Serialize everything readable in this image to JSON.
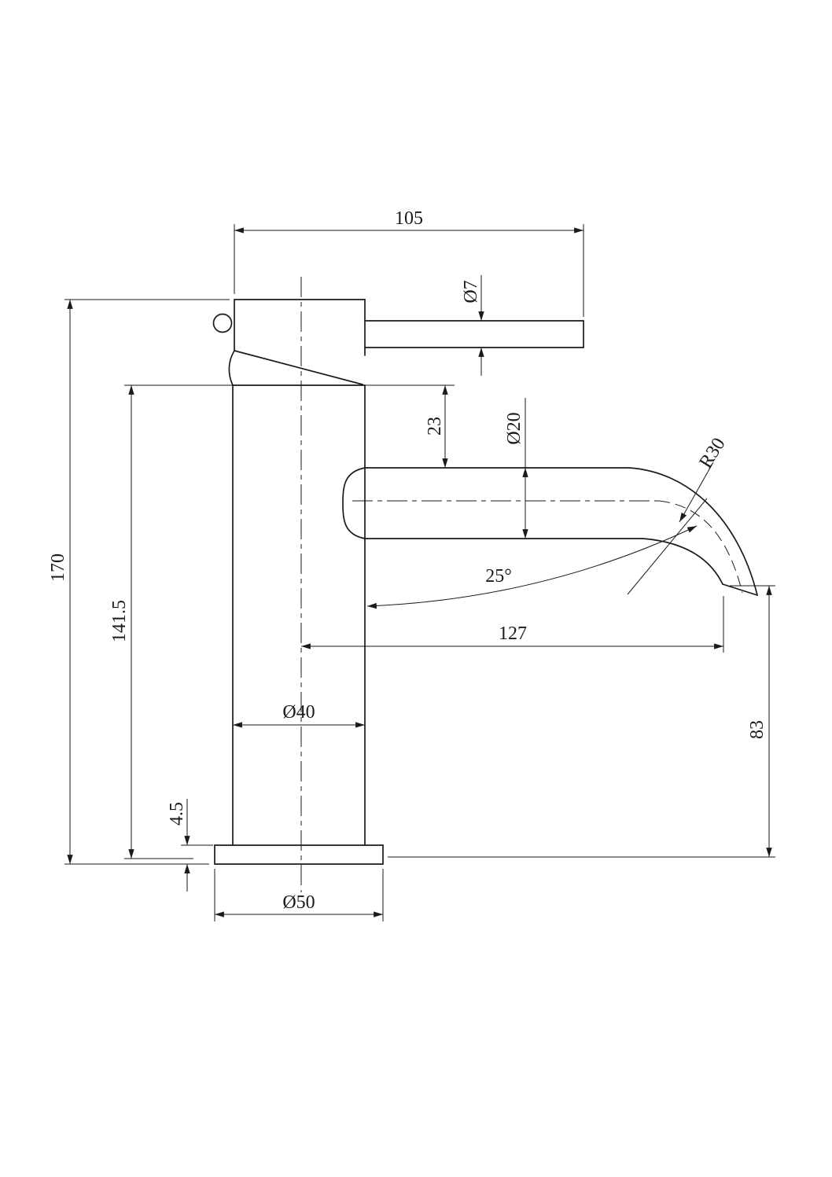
{
  "drawing": {
    "type": "technical-dimension-drawing",
    "subject": "basin-mixer-tap-side-view",
    "ink_color": "#1a1a1a",
    "background_color": "#ffffff"
  },
  "labels": {
    "d105": "105",
    "d7": "Ø7",
    "d23": "23",
    "d20": "Ø20",
    "r30": "R30",
    "a25": "25°",
    "d170": "170",
    "d1415": "141.5",
    "d127": "127",
    "d40": "Ø40",
    "d83": "83",
    "d45": "4.5",
    "d50": "Ø50"
  }
}
